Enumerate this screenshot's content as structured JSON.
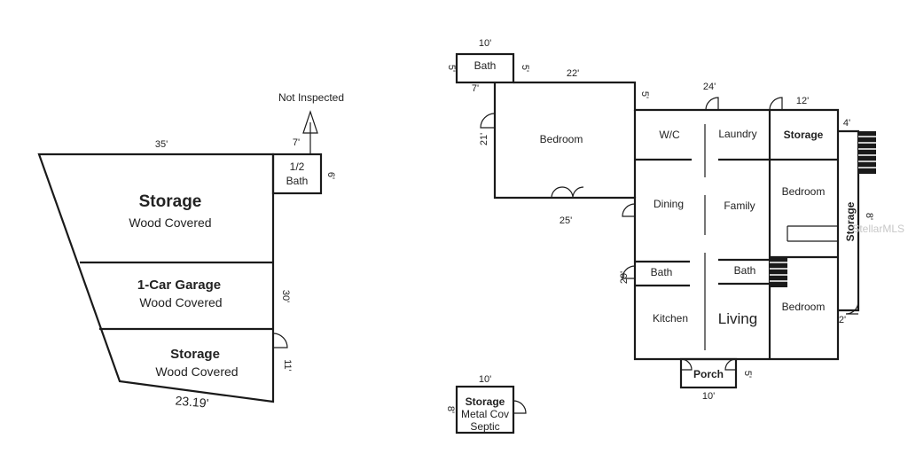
{
  "outbuilding": {
    "note": "Not Inspected",
    "storage_top": {
      "title": "Storage",
      "sub": "Wood Covered"
    },
    "garage": {
      "title": "1-Car Garage",
      "sub": "Wood Covered"
    },
    "storage_bottom": {
      "title": "Storage",
      "sub": "Wood Covered"
    },
    "half_bath": {
      "line1": "1/2",
      "line2": "Bath"
    },
    "dims": {
      "top": "35'",
      "top_right": "7'",
      "bath_side": "6'",
      "right_mid": "30'",
      "right_low": "11'",
      "bottom": "23.19'"
    }
  },
  "house": {
    "rooms": {
      "bath_top": "Bath",
      "bedroom_left": "Bedroom",
      "wc": "W/C",
      "laundry": "Laundry",
      "storage_top": "Storage",
      "bedroom_right_top": "Bedroom",
      "dining": "Dining",
      "family": "Family",
      "bath_left": "Bath",
      "bath_mid": "Bath",
      "kitchen": "Kitchen",
      "living": "Living",
      "bedroom_right_bottom": "Bedroom",
      "porch": "Porch",
      "storage_side": "Storage"
    },
    "dims": {
      "bath_top_w": "10'",
      "bath_top_l": "5'",
      "bath_top_r": "5'",
      "bath_top_b": "7'",
      "top_22": "22'",
      "top_5": "5'",
      "top_24": "24'",
      "top_12": "12'",
      "right_4": "4'",
      "left_21": "21'",
      "bottom_25": "25'",
      "left_29": "29'",
      "side_8": "8'",
      "side_2": "2'",
      "porch_5": "5'",
      "porch_10": "10'"
    }
  },
  "septic": {
    "title": "Storage",
    "line2": "Metal Cov",
    "line3": "Septic",
    "dims": {
      "top": "10'",
      "left": "8'"
    }
  },
  "watermark": "StellarMLS"
}
